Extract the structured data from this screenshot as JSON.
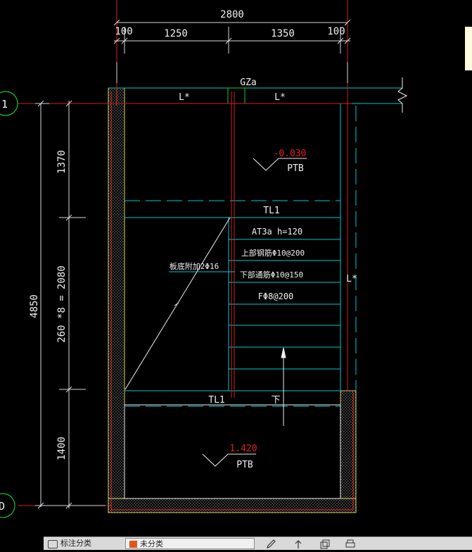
{
  "colors": {
    "background": "#000000",
    "wall": "#00c8d2",
    "dim": "#d8d8d8",
    "axis": "#d02020",
    "elevation": "#e02020",
    "green": "#19c832",
    "hatch_border": "#e0d060",
    "stair": "#00c8d2",
    "white": "#f0f0f0"
  },
  "dimensions_top": {
    "overall": "2800",
    "left_offset": "100",
    "left_span": "1250",
    "right_span": "1350",
    "right_offset": "100"
  },
  "dimensions_left": {
    "overall": "4850",
    "upper": "1370",
    "middle": "260 *8 = 2080",
    "lower": "1400"
  },
  "axes": {
    "top_bubble": "1",
    "bottom_bubble": "D"
  },
  "labels": {
    "column": "GZa",
    "beam_left": "L*",
    "beam_right": "L*",
    "beam_side": "L*",
    "upper_landing_elevation": "-0.030",
    "upper_landing_type": "PTB",
    "lower_landing_elevation": "1.420",
    "lower_landing_type": "PTB",
    "tl_top": "TL1",
    "tl_bottom": "TL1",
    "stair_type": "AT3a h=120",
    "top_rebar": "上部钢筋Φ10@200",
    "bottom_rebar": "下部通筋Φ10@150",
    "dist_rebar": "FΦ8@200",
    "slab_extra_rebar": "板底附加2Φ16",
    "direction": "下"
  },
  "bottom_bar": {
    "tab1_label": "标注分类",
    "tab2_label": "未分类"
  }
}
